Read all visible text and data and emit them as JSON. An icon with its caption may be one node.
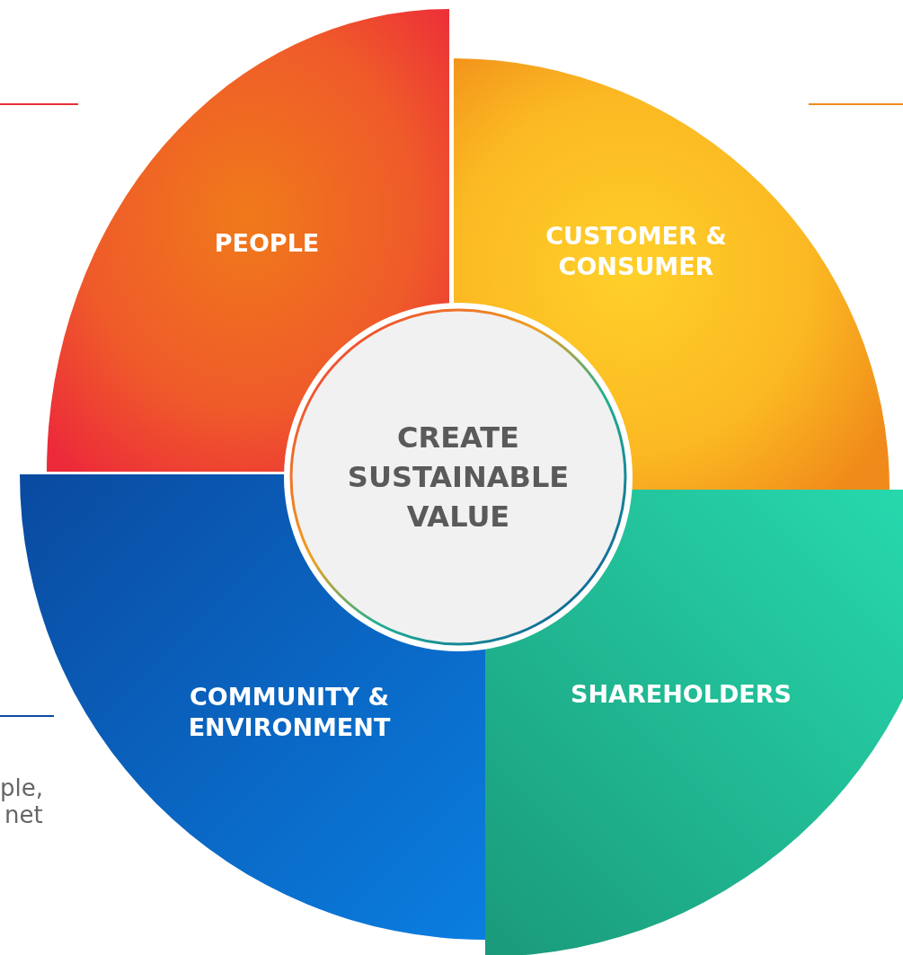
{
  "diagram": {
    "nodes": [
      {
        "text": [
          "CREATE SUSTAINABLE VALUE"
        ]
      },
      {
        "text": [
          "PEOPLE"
        ]
      },
      {
        "text": [
          "CUSTOMER & CONSUMER"
        ]
      },
      {
        "text": [
          "COMMUNITY & ENVIRONMENT"
        ]
      },
      {
        "text": [
          "SHAREHOLDERS"
        ]
      }
    ],
    "edges": [],
    "labels": [
      "ple,",
      "net"
    ]
  }
}
